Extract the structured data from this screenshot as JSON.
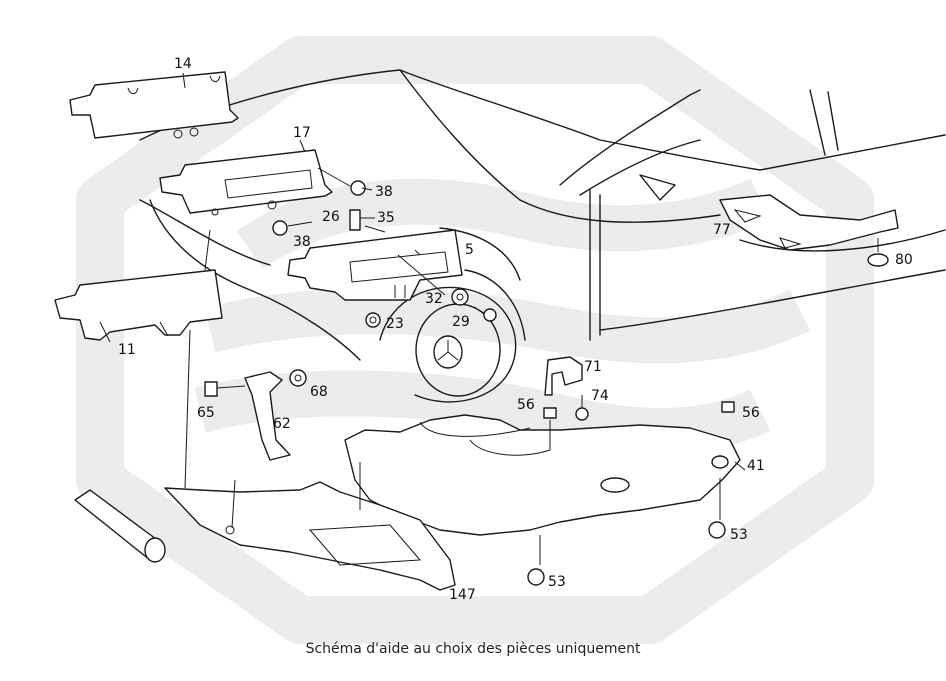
{
  "caption": "Schéma d'aide au choix des pièces uniquement",
  "callouts": [
    {
      "id": "c14",
      "text": "14"
    },
    {
      "id": "c17",
      "text": "17"
    },
    {
      "id": "c38a",
      "text": "38"
    },
    {
      "id": "c26",
      "text": "26"
    },
    {
      "id": "c35",
      "text": "35"
    },
    {
      "id": "c38b",
      "text": "38"
    },
    {
      "id": "c5",
      "text": "5"
    },
    {
      "id": "c32",
      "text": "32"
    },
    {
      "id": "c29",
      "text": "29"
    },
    {
      "id": "c23",
      "text": "23"
    },
    {
      "id": "c11",
      "text": "11"
    },
    {
      "id": "c77",
      "text": "77"
    },
    {
      "id": "c80",
      "text": "80"
    },
    {
      "id": "c65",
      "text": "65"
    },
    {
      "id": "c68",
      "text": "68"
    },
    {
      "id": "c62",
      "text": "62"
    },
    {
      "id": "c71",
      "text": "71"
    },
    {
      "id": "c56a",
      "text": "56"
    },
    {
      "id": "c74",
      "text": "74"
    },
    {
      "id": "c56b",
      "text": "56"
    },
    {
      "id": "c41",
      "text": "41"
    },
    {
      "id": "c53a",
      "text": "53"
    },
    {
      "id": "c53b",
      "text": "53"
    },
    {
      "id": "c147",
      "text": "147"
    }
  ],
  "colors": {
    "watermark": "#ebebeb",
    "line": "#1b1b1b",
    "background": "#ffffff"
  }
}
